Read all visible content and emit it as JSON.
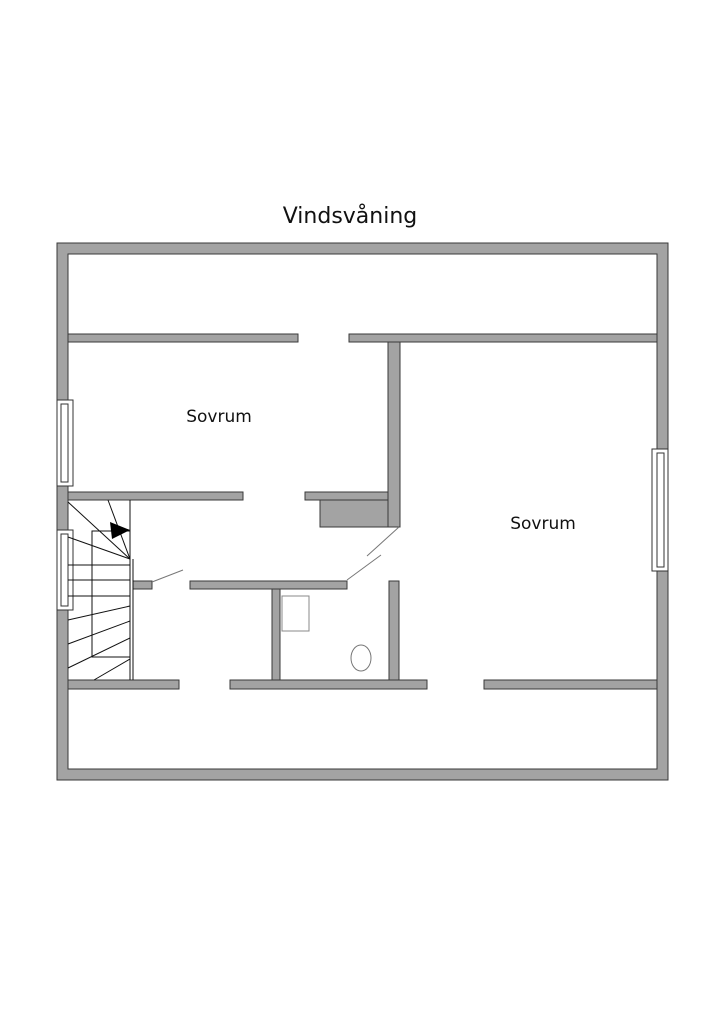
{
  "title": "Vindsvåning",
  "rooms": [
    {
      "label": "Sovrum"
    },
    {
      "label": "Sovrum"
    }
  ],
  "colors": {
    "wall": "#a3a3a3",
    "outline": "#3a3a3a"
  }
}
